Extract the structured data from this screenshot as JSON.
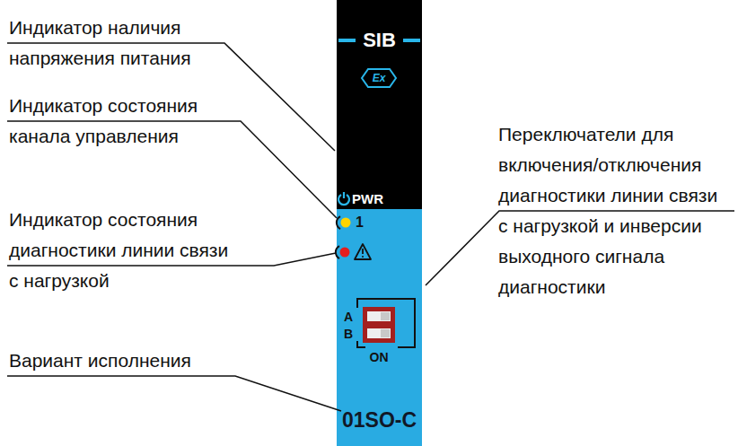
{
  "diagram": {
    "labels": [
      "Индикатор наличия напряжения питания",
      "SIB",
      "Ex",
      "Индикатор состояния канала управления",
      "Переключатели для включения/отключения диагностики линии связи с нагрузкой и инверсии выходного сигнала диагностики",
      "PWR",
      "1",
      "Индикатор состояния диагностики линии связи с нагрузкой",
      "A",
      "B",
      "ON",
      "Вариант исполнения",
      "01SO-C"
    ]
  }
}
